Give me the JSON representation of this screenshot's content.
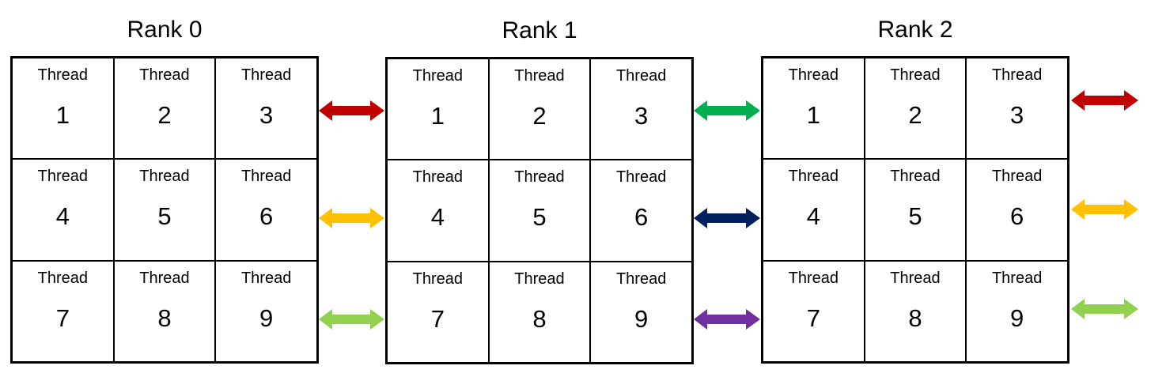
{
  "ranks": [
    {
      "title": "Rank 0",
      "threads": [
        {
          "label": "Thread",
          "number": "1"
        },
        {
          "label": "Thread",
          "number": "2"
        },
        {
          "label": "Thread",
          "number": "3"
        },
        {
          "label": "Thread",
          "number": "4"
        },
        {
          "label": "Thread",
          "number": "5"
        },
        {
          "label": "Thread",
          "number": "6"
        },
        {
          "label": "Thread",
          "number": "7"
        },
        {
          "label": "Thread",
          "number": "8"
        },
        {
          "label": "Thread",
          "number": "9"
        }
      ]
    },
    {
      "title": "Rank 1",
      "threads": [
        {
          "label": "Thread",
          "number": "1"
        },
        {
          "label": "Thread",
          "number": "2"
        },
        {
          "label": "Thread",
          "number": "3"
        },
        {
          "label": "Thread",
          "number": "4"
        },
        {
          "label": "Thread",
          "number": "5"
        },
        {
          "label": "Thread",
          "number": "6"
        },
        {
          "label": "Thread",
          "number": "7"
        },
        {
          "label": "Thread",
          "number": "8"
        },
        {
          "label": "Thread",
          "number": "9"
        }
      ]
    },
    {
      "title": "Rank 2",
      "threads": [
        {
          "label": "Thread",
          "number": "1"
        },
        {
          "label": "Thread",
          "number": "2"
        },
        {
          "label": "Thread",
          "number": "3"
        },
        {
          "label": "Thread",
          "number": "4"
        },
        {
          "label": "Thread",
          "number": "5"
        },
        {
          "label": "Thread",
          "number": "6"
        },
        {
          "label": "Thread",
          "number": "7"
        },
        {
          "label": "Thread",
          "number": "8"
        },
        {
          "label": "Thread",
          "number": "9"
        }
      ]
    }
  ],
  "arrow_colors": {
    "rank0_rank1_row1": "#c00000",
    "rank0_rank1_row2": "#ffc000",
    "rank0_rank1_row3": "#92d050",
    "rank1_rank2_row1": "#00b050",
    "rank1_rank2_row2": "#002060",
    "rank1_rank2_row3": "#7030a0",
    "rank2_out_row1": "#c00000",
    "rank2_out_row2": "#ffc000",
    "rank2_out_row3": "#92d050"
  }
}
